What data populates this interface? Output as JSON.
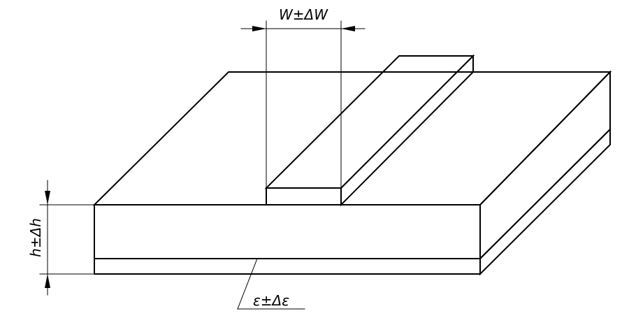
{
  "labels": {
    "width": "W±ΔW",
    "height": "h±Δh",
    "permittivity": "ε±Δε"
  }
}
